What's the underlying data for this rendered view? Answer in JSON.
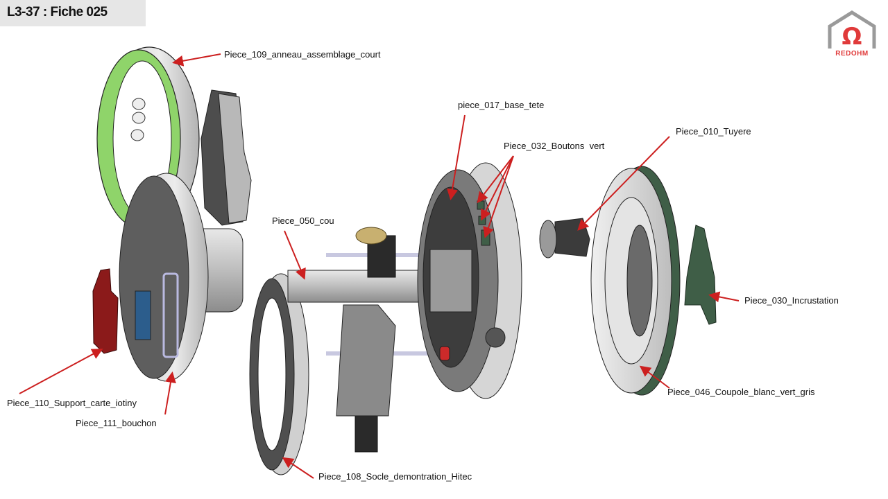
{
  "header": {
    "title": "L3-37 : Fiche 025"
  },
  "logo": {
    "name": "REDOHM",
    "symbol": "Ω",
    "accent_color": "#e03a3a"
  },
  "callout_color": "#cc1f1f",
  "labels": {
    "piece_109": "Piece_109_anneau_assemblage_court",
    "piece_017": "piece_017_base_tete",
    "piece_010": "Piece_010_Tuyere",
    "piece_032": "Piece_032_Boutons  vert",
    "piece_050": "Piece_050_cou",
    "piece_030": "Piece_030_Incrustation",
    "piece_046": "Piece_046_Coupole_blanc_vert_gris",
    "piece_110": "Piece_110_Support_carte_iotiny",
    "piece_111": "Piece_111_bouchon",
    "piece_108": "Piece_108_Socle_demontration_Hitec"
  },
  "part_colors": {
    "ring_green": "#8fd46a",
    "grey_light": "#d8d8d8",
    "grey_mid": "#a8a8a8",
    "grey_dark": "#5a5a5a",
    "dark_green": "#3f5e47",
    "support_red": "#8b1a1a"
  }
}
